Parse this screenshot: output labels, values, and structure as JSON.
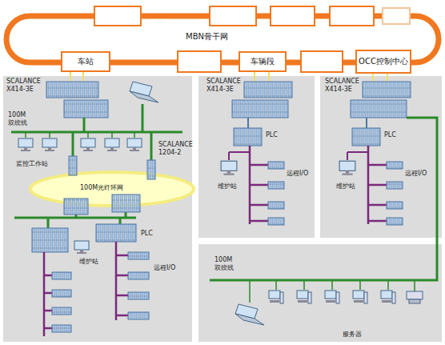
{
  "diagram": {
    "nodes": [
      {
        "text": [
          "车站"
        ]
      },
      {
        "text": [
          "车辆段"
        ]
      },
      {
        "text": [
          "OCC控制中心"
        ]
      }
    ],
    "labels": [
      "MBN骨干网",
      "SCALANCE X414-3E",
      "100M 双绞线",
      "监控工作站",
      "SCALANCE 1204-2",
      "100M光纤环网",
      "PLC",
      "维护站",
      "远程I/O",
      "SCALANCE X414-3E",
      "PLC",
      "维护站",
      "远程I/O",
      "SCALANCE X414-3E",
      "PLC",
      "维护站",
      "远程I/O",
      "100M 双绞线",
      "服务器"
    ]
  }
}
